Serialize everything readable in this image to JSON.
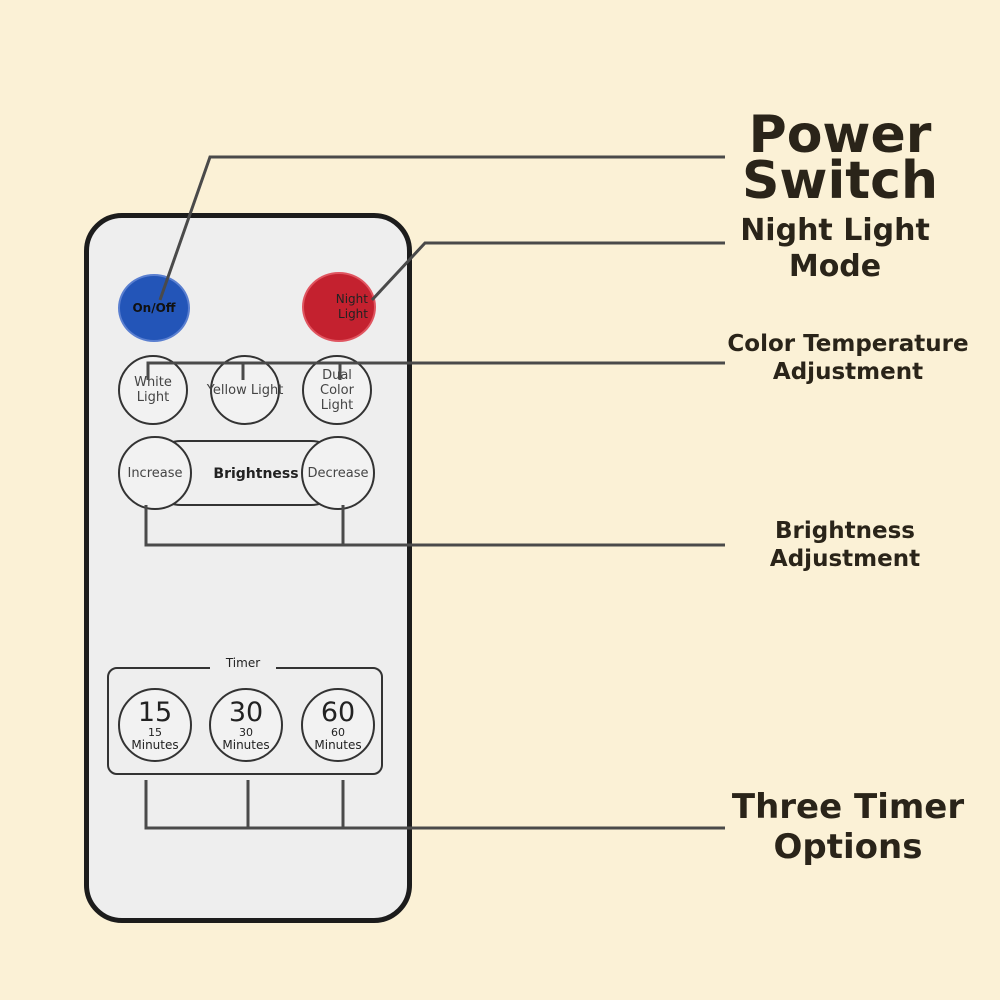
{
  "remote": {
    "buttons": {
      "on_off": "On/Off",
      "night_light": "Night Light",
      "white_light": "White Light",
      "yellow_light": "Yellow Light",
      "dual_color_light": "Dual Color Light",
      "increase": "Increase",
      "decrease": "Decrease"
    },
    "brightness_label": "Brightness",
    "timer": {
      "label": "Timer",
      "options": [
        {
          "number": "15",
          "small": "15",
          "unit": "Minutes"
        },
        {
          "number": "30",
          "small": "30",
          "unit": "Minutes"
        },
        {
          "number": "60",
          "small": "60",
          "unit": "Minutes"
        }
      ]
    },
    "colors": {
      "on_off": "#2355b8",
      "night_light": "#c4212f",
      "body": "#eeeeee",
      "background": "#fbf1d6"
    }
  },
  "callouts": {
    "power_switch": "Power Switch",
    "night_light_mode": "Night Light Mode",
    "color_temperature": "Color Temperature Adjustment",
    "brightness": "Brightness Adjustment",
    "timer": "Three Timer Options"
  }
}
